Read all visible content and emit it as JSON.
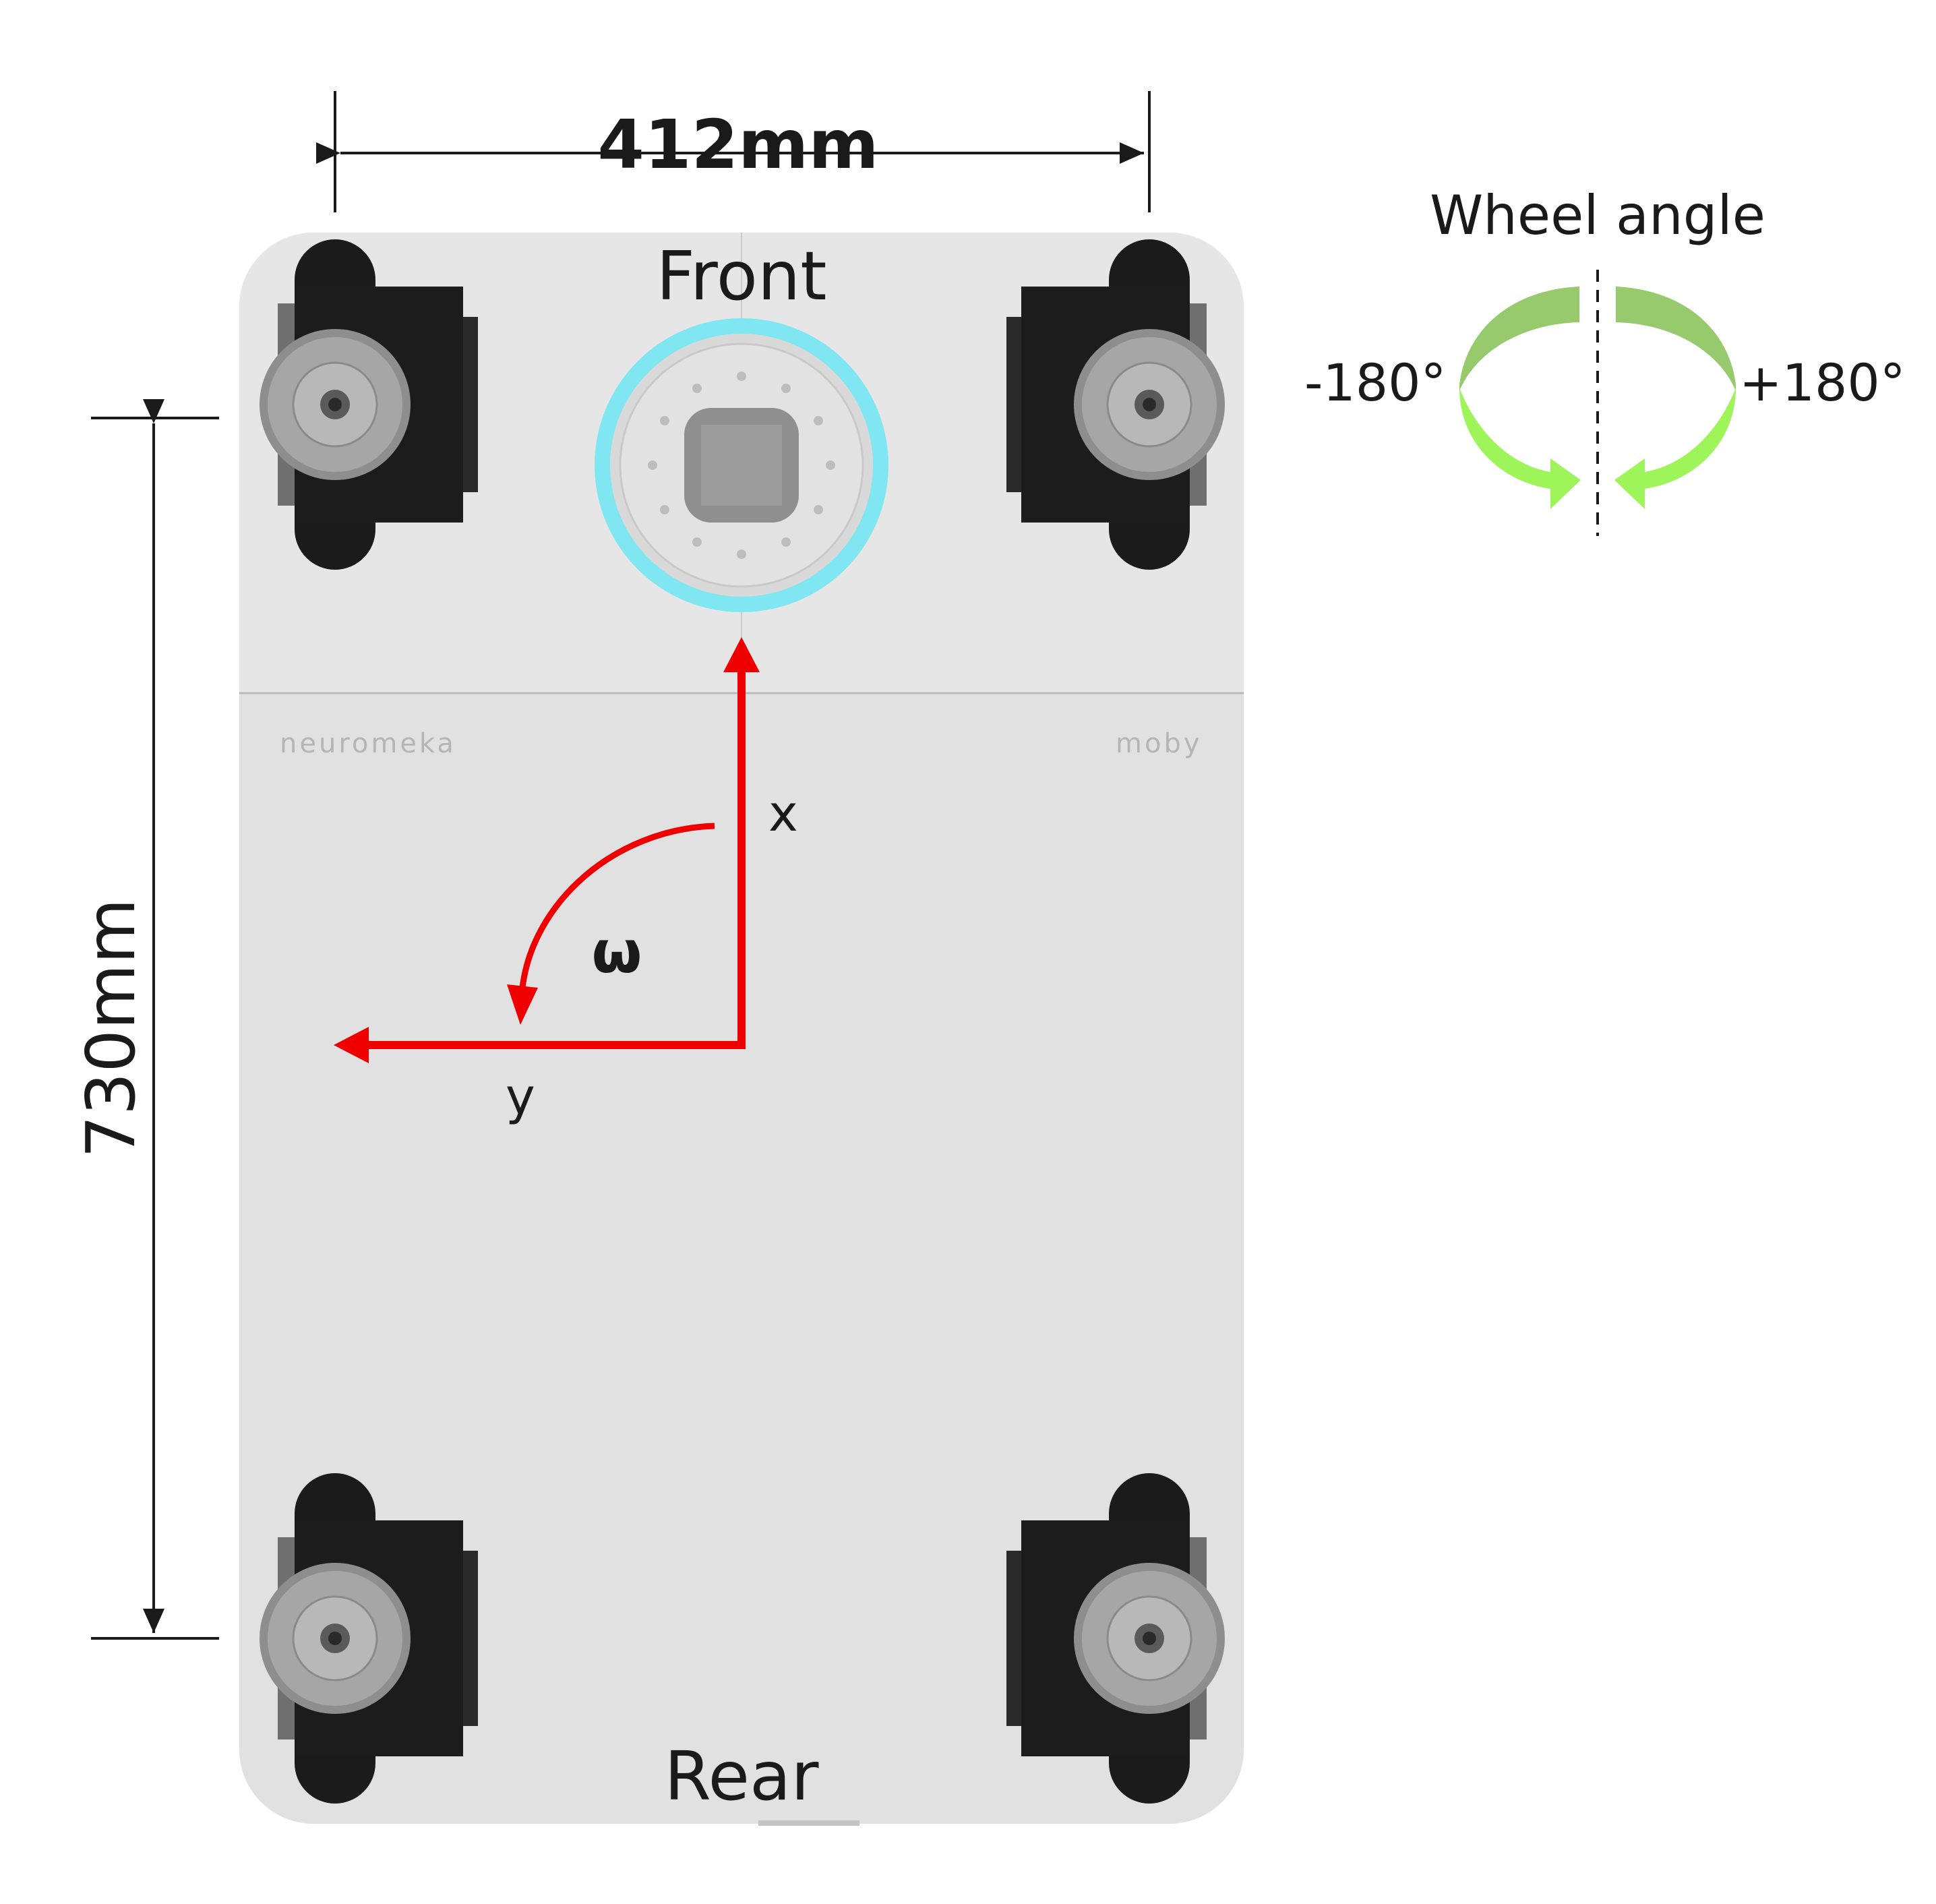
{
  "dimensions": {
    "width_label": "412mm",
    "length_label": "730mm"
  },
  "orientation": {
    "front": "Front",
    "rear": "Rear"
  },
  "axes": {
    "x": "x",
    "y": "y",
    "rotation": "ω"
  },
  "branding": {
    "left_logo": "neuromeka",
    "right_logo": "moby"
  },
  "wheel_angle": {
    "title": "Wheel angle",
    "negative_limit": "-180°",
    "positive_limit": "+180°"
  },
  "colors": {
    "chassis": "#e1e1e1",
    "wheel_module": "#1c1c1c",
    "hub": "#8e8e8e",
    "sensor_ring": "#7fe6f2",
    "axis_arrow": "#ee0000",
    "angle_arrow_top": "#97c96d",
    "angle_arrow_bottom": "#9ef55a"
  },
  "icons": [
    "wheel-module-icon",
    "lidar-sensor-icon",
    "rotation-arrow-icon"
  ]
}
